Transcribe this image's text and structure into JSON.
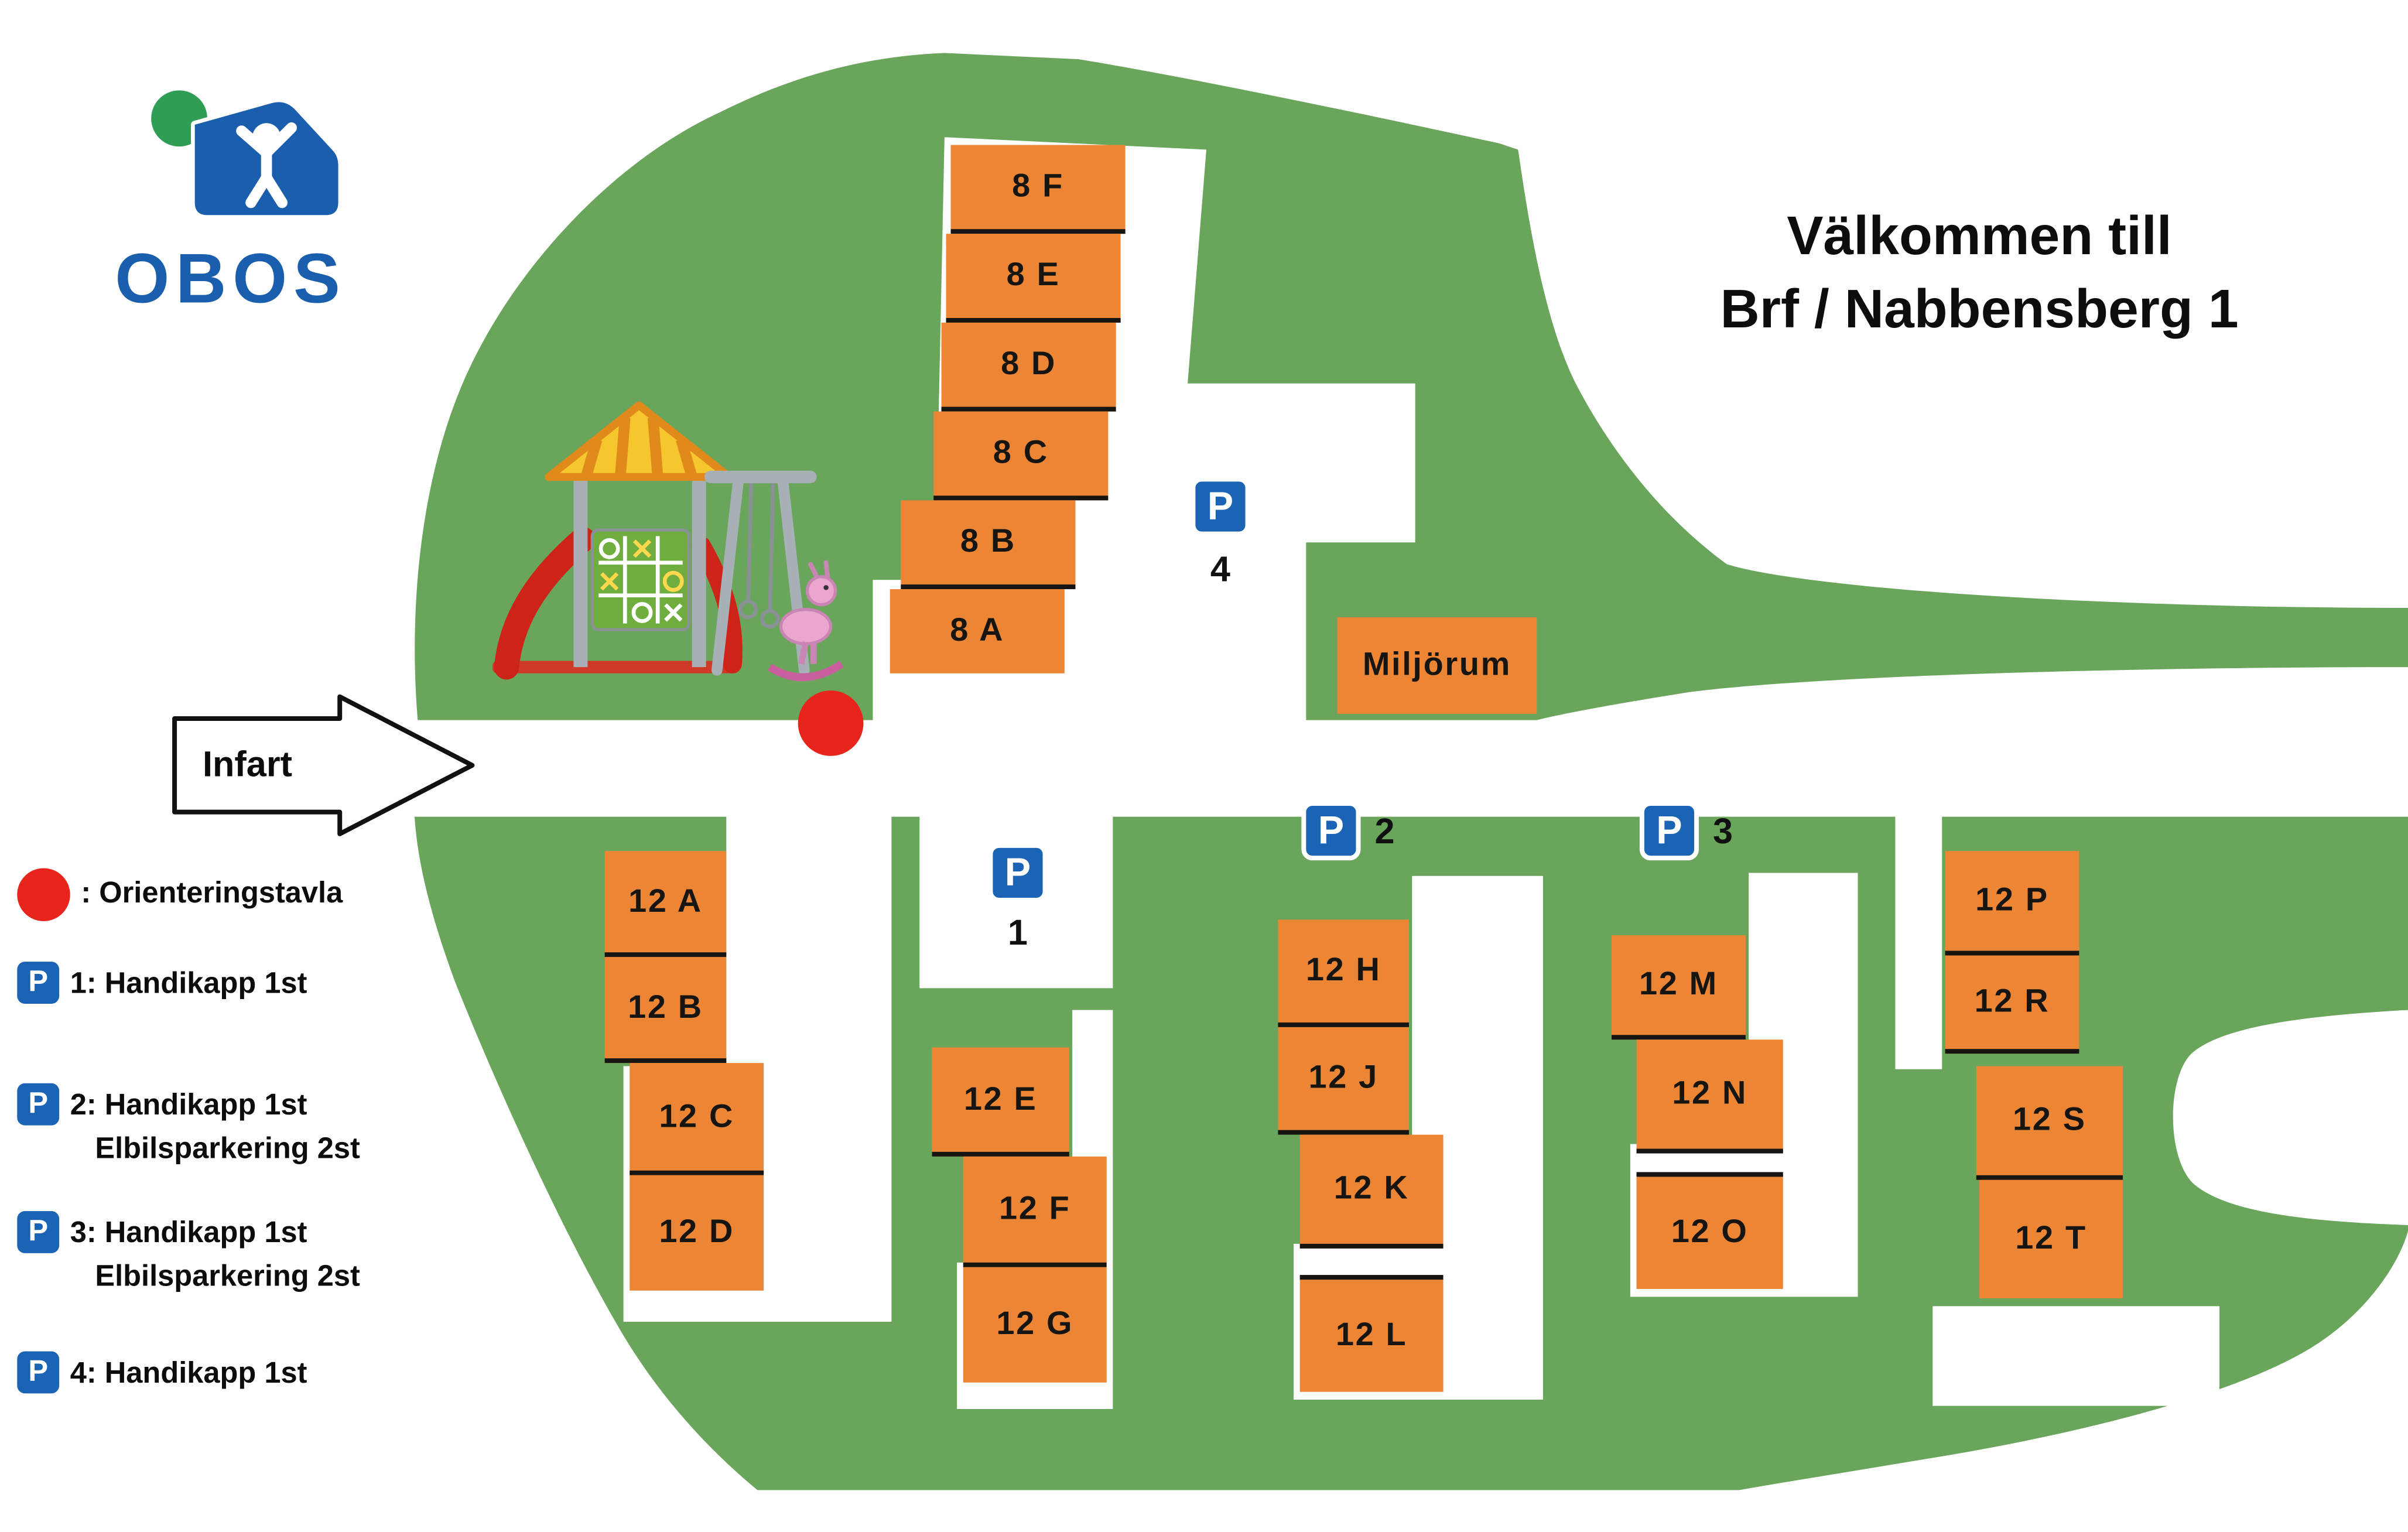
{
  "logo": {
    "name": "OBOS"
  },
  "title": {
    "line1": "Välkommen till",
    "line2": "Brf / Nabbensberg 1"
  },
  "map": {
    "infart_label": "Infart",
    "miljorum_label": "Miljörum",
    "buildings_8": [
      "8 F",
      "8 E",
      "8 D",
      "8 C",
      "8 B",
      "8 A"
    ],
    "group_abcd": [
      "12 A",
      "12 B",
      "12 C",
      "12 D"
    ],
    "group_efg": [
      "12 E",
      "12 F",
      "12 G"
    ],
    "group_hjkl": [
      "12 H",
      "12 J",
      "12 K",
      "12 L"
    ],
    "group_mno": [
      "12 M",
      "12 N",
      "12 O"
    ],
    "group_prst": [
      "12 P",
      "12 R",
      "12 S",
      "12 T"
    ],
    "parking": {
      "letter": "P",
      "p1": "1",
      "p2": "2",
      "p3": "3",
      "p4": "4"
    }
  },
  "legend": {
    "orienteringstavla": ": Orienteringstavla",
    "items": [
      {
        "line1": "1: Handikapp 1st",
        "line2": ""
      },
      {
        "line1": "2: Handikapp 1st",
        "line2": "Elbilsparkering 2st"
      },
      {
        "line1": "3: Handikapp 1st",
        "line2": "Elbilsparkering 2st"
      },
      {
        "line1": "4: Handikapp 1st",
        "line2": ""
      }
    ]
  },
  "colors": {
    "map_green": "#6aa55c",
    "building_orange": "#ec8635",
    "sign_blue": "#1b63b5",
    "marker_red": "#e8251d",
    "logo_blue": "#1a5fae",
    "logo_green": "#2f9e54",
    "text_dark": "#121212"
  }
}
